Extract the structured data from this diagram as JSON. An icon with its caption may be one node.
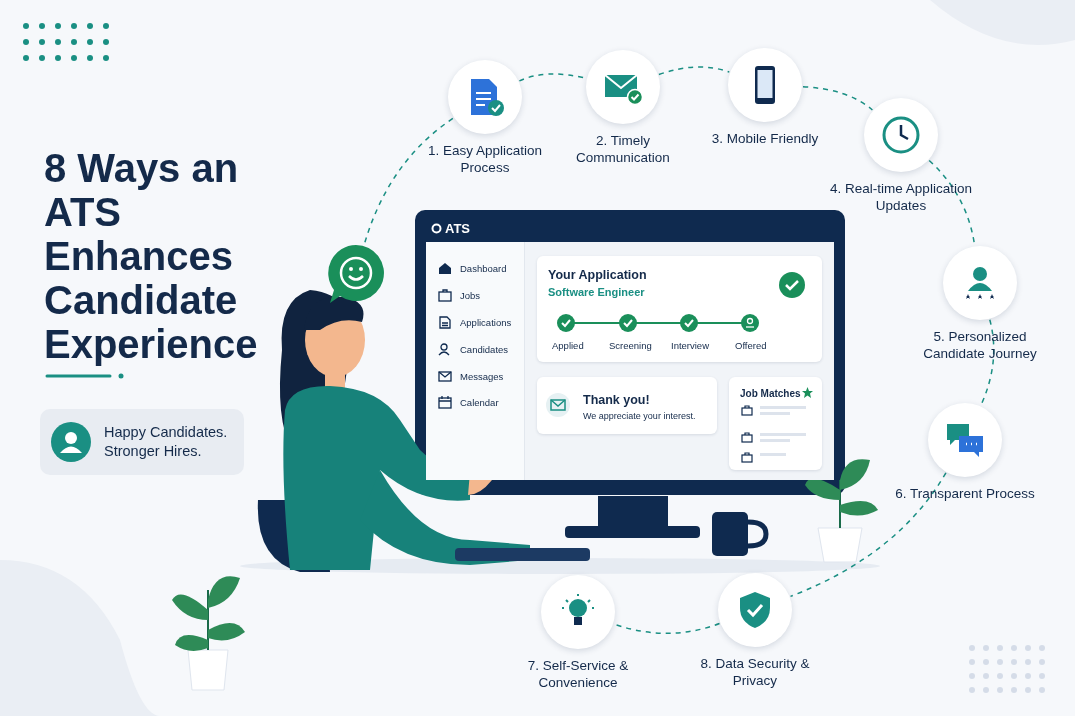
{
  "diagram": {
    "title": "8 Ways an ATS Enhances Candidate Experience",
    "nodes": [
      {
        "text": [
          "1. Easy Application Process"
        ]
      },
      {
        "text": [
          "2. Timely Communication"
        ]
      },
      {
        "text": [
          "3. Mobile Friendly"
        ]
      },
      {
        "text": [
          "4. Real-time Application Updates"
        ]
      },
      {
        "text": [
          "5. Personalized Candidate Journey"
        ]
      },
      {
        "text": [
          "6. Transparent Process"
        ]
      },
      {
        "text": [
          "7. Self-Service & Convenience"
        ]
      },
      {
        "text": [
          "8. Data Security & Privacy"
        ]
      },
      {
        "text": [],
        "shape": "bubble"
      },
      {
        "text": [
          "Happy Candidates. Stronger Hires."
        ]
      }
    ],
    "edges": [
      {
        "from": 0,
        "to": 1,
        "arrow": "none",
        "style": "dashed"
      },
      {
        "from": 1,
        "to": 2,
        "arrow": "none",
        "style": "dashed"
      },
      {
        "from": 2,
        "to": 3,
        "arrow": "none",
        "style": "dashed"
      },
      {
        "from": 3,
        "to": 4,
        "arrow": "none",
        "style": "dashed"
      },
      {
        "from": 4,
        "to": 5,
        "arrow": "none",
        "style": "dashed"
      },
      {
        "from": 5,
        "to": 7,
        "arrow": "none",
        "style": "dashed"
      },
      {
        "from": 7,
        "to": 6,
        "arrow": "none",
        "style": "dashed"
      },
      {
        "from": 8,
        "to": 0,
        "arrow": "none",
        "style": "dashed"
      }
    ],
    "labels": [
      "ATS",
      "Dashboard",
      "Jobs",
      "Applications",
      "Candidates",
      "Messages",
      "Calendar",
      "Your Application",
      "Software Engineer",
      "Applied",
      "Screening",
      "Interview",
      "Offered",
      "Thank you!",
      "We appreciate your interest.",
      "Job Matches"
    ]
  }
}
